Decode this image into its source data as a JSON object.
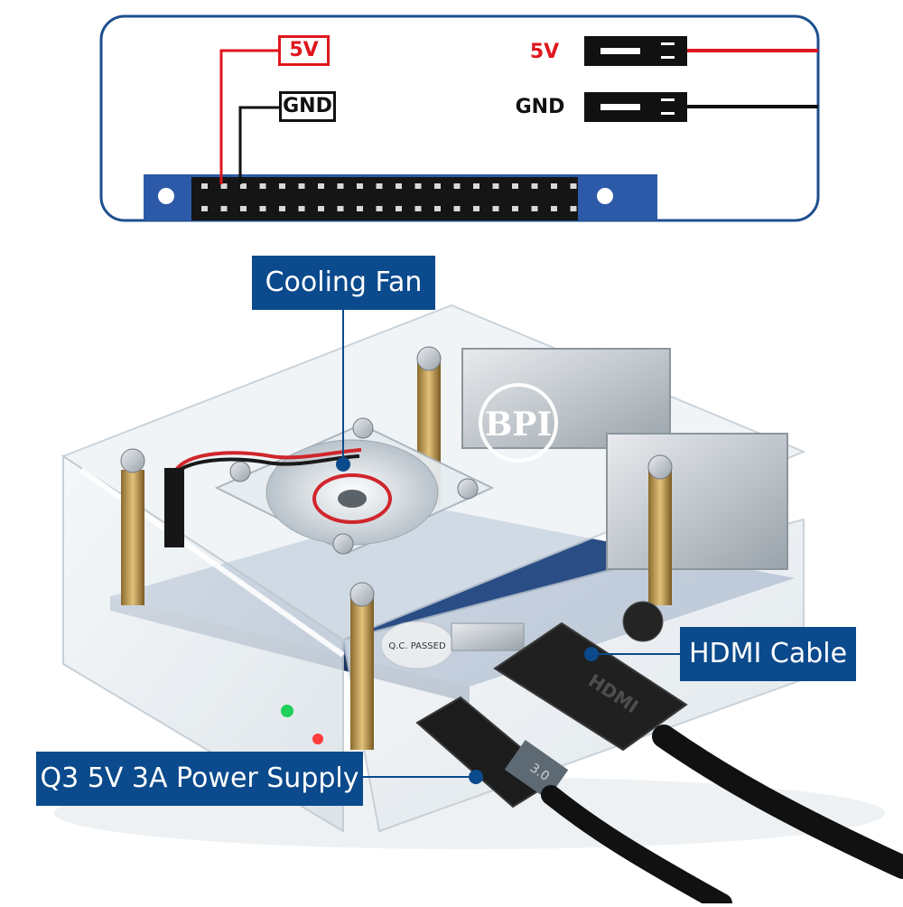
{
  "pin_diagram": {
    "label_5v_boxed": "5V",
    "label_gnd_boxed": "GND",
    "label_5v_wire": "5V",
    "label_gnd_wire": "GND"
  },
  "callouts": {
    "cooling_fan": "Cooling Fan",
    "hdmi_cable": "HDMI Cable",
    "power_supply": "Q3 5V 3A Power Supply"
  },
  "product_markings": {
    "case_logo": "BPI",
    "hdmi_plug_text": "HDMI",
    "usb_c_plug_text": "3.0",
    "qc_sticker": "Q.C. PASSED"
  },
  "colors": {
    "callout_blue": "#0b4a8c",
    "board_blue": "#2d5aa8",
    "wire_red": "#e0161d",
    "wire_black": "#111111",
    "frame_blue": "#1d4f8f"
  }
}
